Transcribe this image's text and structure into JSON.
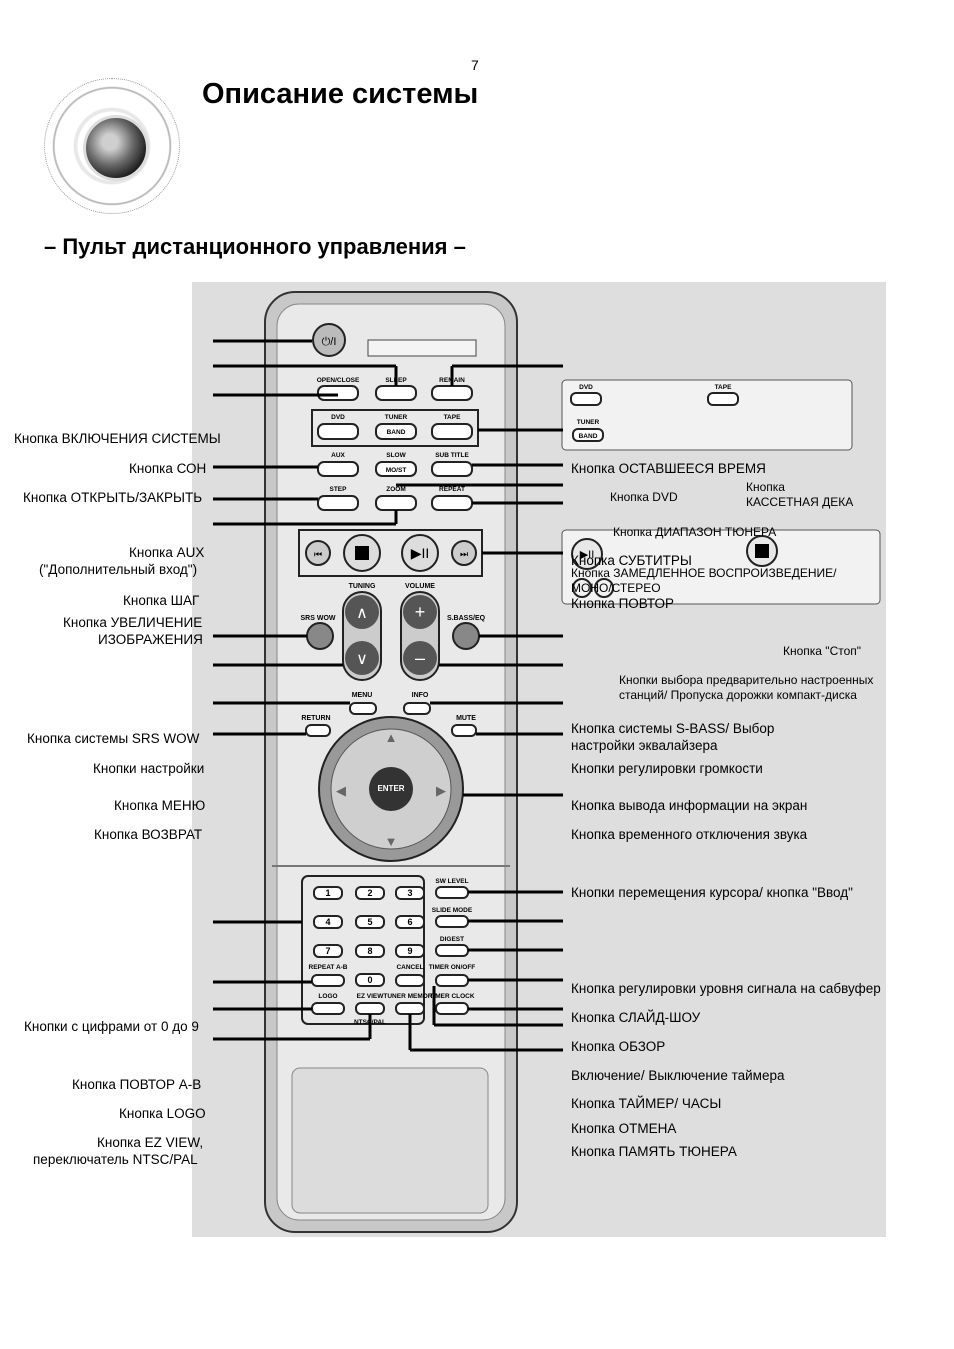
{
  "page_number": "7",
  "title": "Описание системы",
  "subtitle": "– Пульт дистанционного управления –",
  "left_labels": [
    "Кнопка ВКЛЮЧЕНИЯ СИСТЕМЫ",
    "Кнопка СОН",
    "Кнопка ОТКРЫТЬ/ЗАКРЫТЬ",
    "Кнопка AUX",
    "(\"Дополнительный вход\")",
    "Кнопка ШАГ",
    "Кнопка УВЕЛИЧЕНИЕ",
    "ИЗОБРАЖЕНИЯ",
    "Кнопка системы SRS WOW",
    "Кнопки настройки",
    "Кнопка МЕНЮ",
    "Кнопка ВОЗВРАТ",
    "Кнопки с цифрами от 0 до 9",
    "Кнопка ПОВТОР А-В",
    "Кнопка LOGO",
    "Кнопка EZ VIEW,",
    "переключатель NTSC/PAL"
  ],
  "right_labels": [
    "Кнопка ОСТАВШЕЕСЯ ВРЕМЯ",
    "Кнопка DVD",
    "Кнопка",
    "КАССЕТНАЯ ДЕКА",
    "Кнопка ДИАПАЗОН ТЮНЕРА",
    "Кнопка СУБТИТРЫ",
    "Кнопка ЗАМЕДЛЕННОЕ ВОСПРОИЗВЕДЕНИЕ/",
    "МОНО/СТЕРЕО",
    "Кнопка ПОВТОР",
    "Кнопка \"Стоп\"",
    "Кнопки выбора предварительно настроенных",
    "станций/ Пропуска дорожки компакт-диска",
    "Кнопка системы S-BASS/ Выбор",
    "настройки эквалайзера",
    "Кнопки регулировки громкости",
    "Кнопка вывода информации на экран",
    "Кнопка временного отключения звука",
    "Кнопки перемещения курсора/ кнопка \"Ввод\"",
    "Кнопка регулировки уровня сигнала на сабвуфер",
    "Кнопка СЛАЙД-ШОУ",
    "Кнопка ОБЗОР",
    "Включение/ Выключение таймера",
    "Кнопка ТАЙМЕР/ ЧАСЫ",
    "Кнопка ОТМЕНА",
    "Кнопка ПАМЯТЬ ТЮНЕРА"
  ],
  "remote_labels": {
    "power": "⏻/I",
    "open_close": "OPEN/CLOSE",
    "sleep": "SLEEP",
    "remain": "REMAIN",
    "dvd": "DVD",
    "tuner": "TUNER",
    "band": "BAND",
    "tape": "TAPE",
    "aux": "AUX",
    "slow": "SLOW",
    "mo_st": "MO/ST",
    "sub_title": "SUB TITLE",
    "step": "STEP",
    "zoom": "ZOOM",
    "repeat": "REPEAT",
    "tuning": "TUNING",
    "volume": "VOLUME",
    "srs_wow": "SRS WOW",
    "s_bass_eq": "S.BASS/EQ",
    "menu": "MENU",
    "info": "INFO",
    "return": "RETURN",
    "mute": "MUTE",
    "enter": "ENTER",
    "sw_level": "SW LEVEL",
    "slide_mode": "SLIDE MODE",
    "digest": "DIGEST",
    "repeat_ab": "REPEAT A-B",
    "cancel": "CANCEL",
    "timer_on_off": "TIMER ON/OFF",
    "logo": "LOGO",
    "ez_view": "EZ VIEW",
    "ntsc_pal": "NTSC/PAL",
    "tuner_memory": "TUNER MEMORY",
    "timer_clock": "TIMER CLOCK",
    "digits": [
      "1",
      "2",
      "3",
      "4",
      "5",
      "6",
      "7",
      "8",
      "9",
      "0"
    ]
  }
}
